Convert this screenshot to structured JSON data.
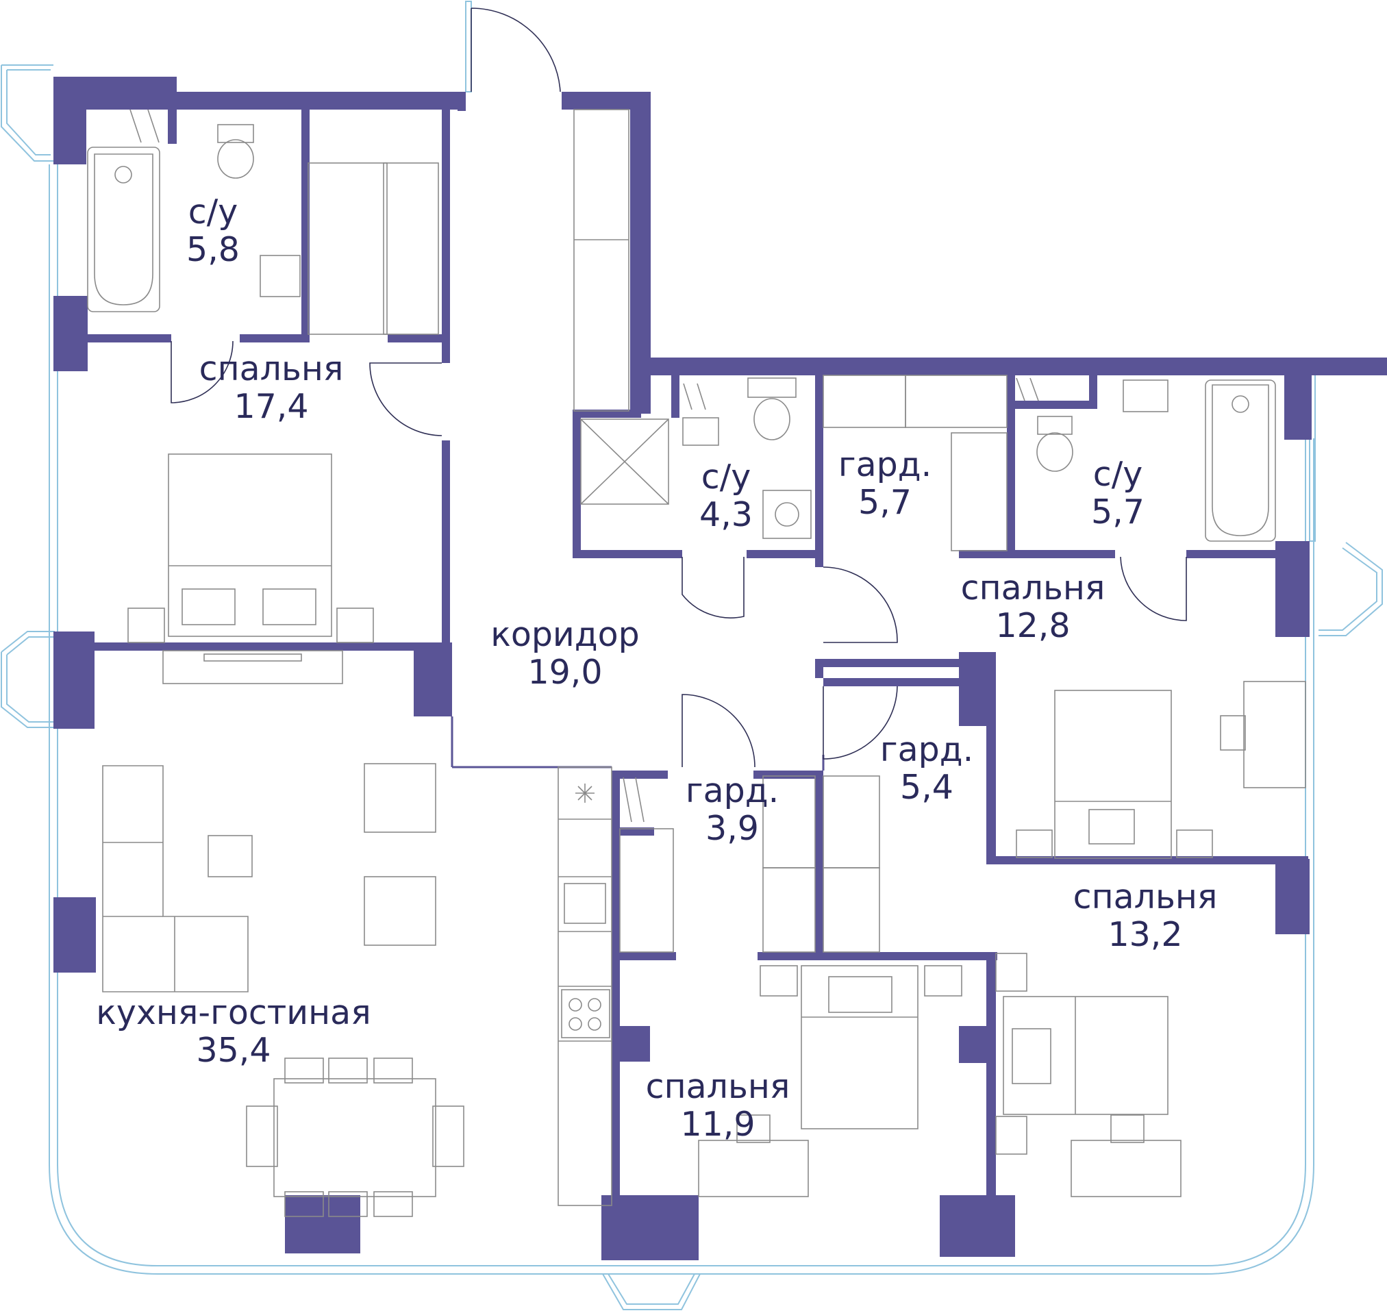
{
  "colors": {
    "wall": "#5a5496",
    "ink": "#2a2a5a",
    "glass": "#8fc3de"
  },
  "rooms": [
    {
      "id": "bath-1",
      "name": "с/у",
      "area": "5,8"
    },
    {
      "id": "bedroom-1",
      "name": "спальня",
      "area": "17,4"
    },
    {
      "id": "corridor",
      "name": "коридор",
      "area": "19,0"
    },
    {
      "id": "bath-2",
      "name": "с/у",
      "area": "4,3"
    },
    {
      "id": "wardrobe-1",
      "name": "гард.",
      "area": "5,7"
    },
    {
      "id": "bath-3",
      "name": "с/у",
      "area": "5,7"
    },
    {
      "id": "bedroom-2",
      "name": "спальня",
      "area": "12,8"
    },
    {
      "id": "wardrobe-2",
      "name": "гард.",
      "area": "5,4"
    },
    {
      "id": "wardrobe-3",
      "name": "гард.",
      "area": "3,9"
    },
    {
      "id": "kitchen-living",
      "name": "кухня-гостиная",
      "area": "35,4"
    },
    {
      "id": "bedroom-3",
      "name": "спальня",
      "area": "13,2"
    },
    {
      "id": "bedroom-4",
      "name": "спальня",
      "area": "11,9"
    }
  ]
}
